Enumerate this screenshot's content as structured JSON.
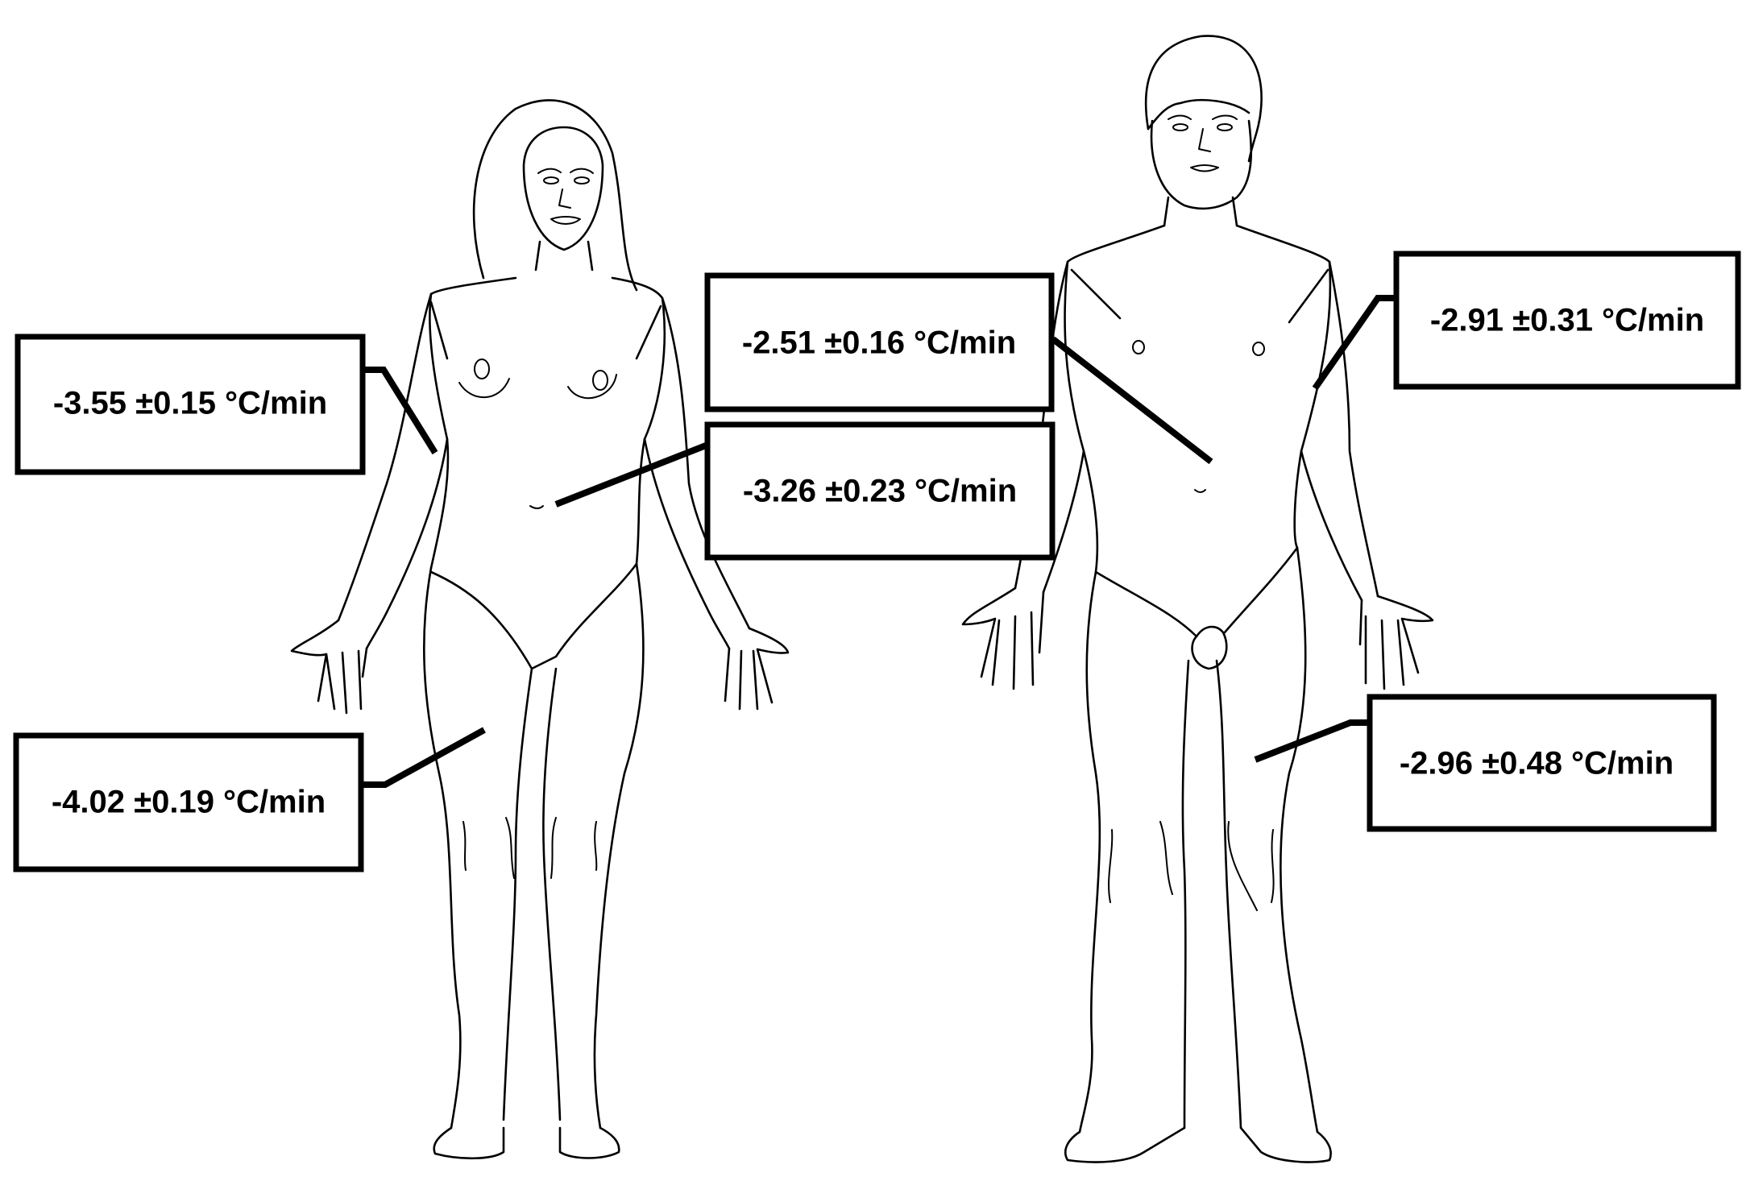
{
  "labels": {
    "female_upper_arm": "-3.55 ±0.15 °C/min",
    "female_abdomen": "-3.26 ±0.23 °C/min",
    "female_thigh": "-4.02 ±0.19 °C/min",
    "male_abdomen": "-2.51 ±0.16 °C/min",
    "male_upper_arm": "-2.91 ±0.31 °C/min",
    "male_thigh": "-2.96 ±0.48 °C/min"
  }
}
